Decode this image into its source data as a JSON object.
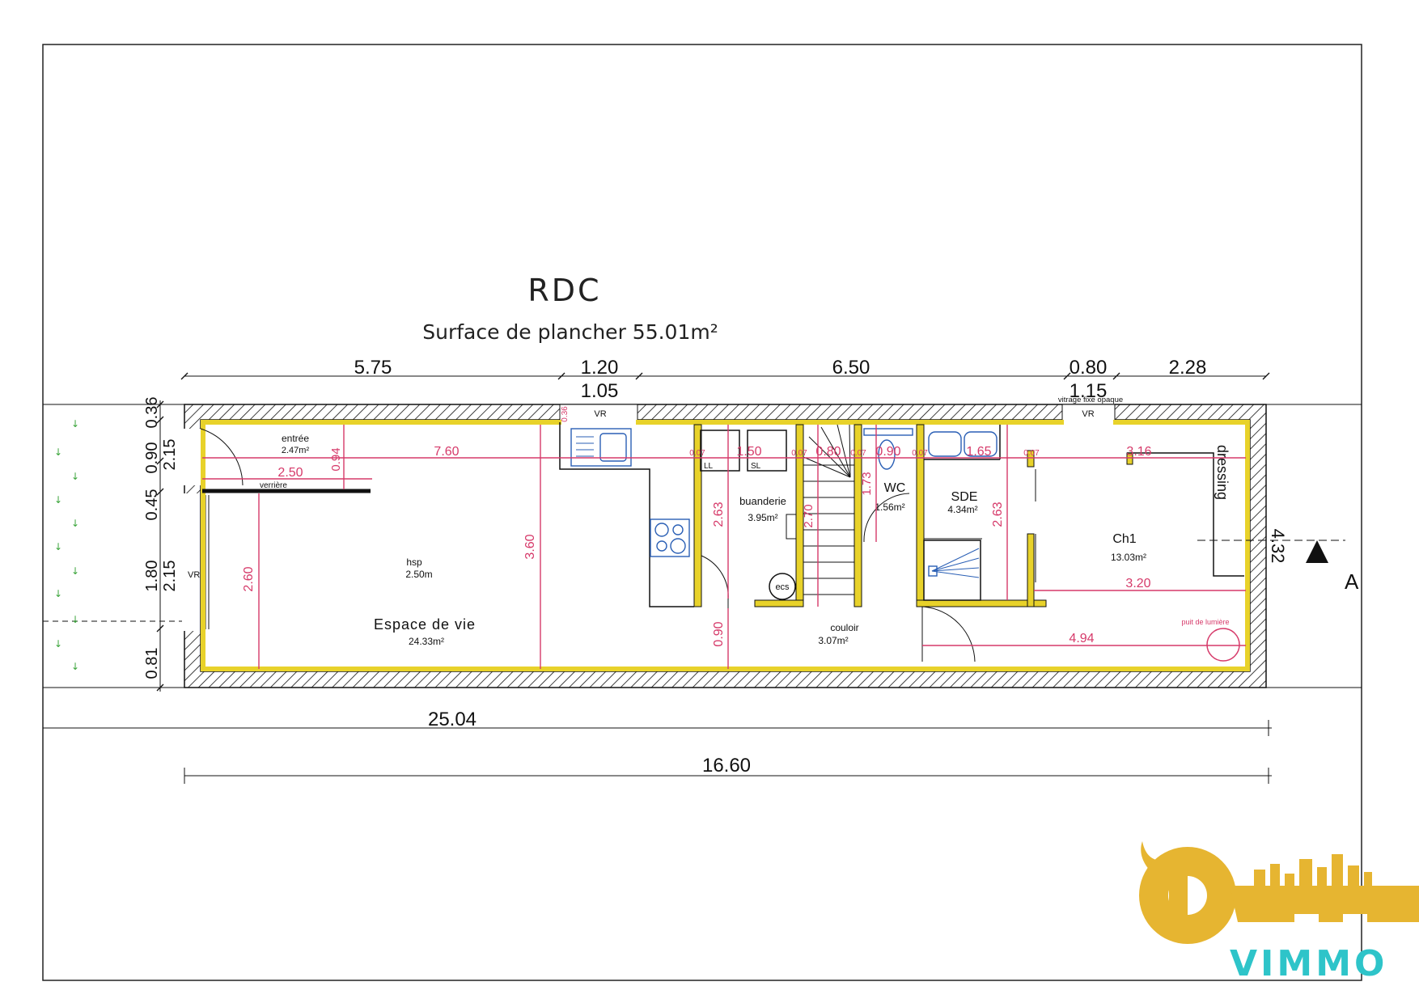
{
  "title": "RDC",
  "subtitle": "Surface de plancher 55.01m²",
  "top_dimensions": [
    "5.75",
    "1.20",
    "1.05",
    "6.50",
    "0.80",
    "1.15",
    "2.28"
  ],
  "left_dimensions": [
    "0.36",
    "0.90",
    "2.15",
    "0.45",
    "1.80",
    "2.15",
    "0.81"
  ],
  "bottom_dimensions": [
    "25.04",
    "16.60"
  ],
  "right_dimensions": [
    "4.32"
  ],
  "section_marker": "A",
  "notes": {
    "vitrage": "vitrage fixe opaque",
    "vr": "VR",
    "verriere": "verrière",
    "puits": "puit de lumière",
    "ll": "LL",
    "sl": "SL",
    "ecs": "ecs",
    "dressing": "dressing"
  },
  "rooms": {
    "entree": {
      "name": "entrée",
      "area": "2.47m²"
    },
    "espace": {
      "name": "Espace de vie",
      "area": "24.33m²"
    },
    "hsp": {
      "label": "hsp",
      "value": "2.50m"
    },
    "buanderie": {
      "name": "buanderie",
      "area": "3.95m²"
    },
    "wc": {
      "name": "WC",
      "area": "1.56m²"
    },
    "sde": {
      "name": "SDE",
      "area": "4.34m²"
    },
    "ch1": {
      "name": "Ch1",
      "area": "13.03m²"
    },
    "couloir": {
      "name": "couloir",
      "area": "3.07m²"
    }
  },
  "inner_dimensions": {
    "d760": "7.60",
    "d250": "2.50",
    "d094": "0.94",
    "d360": "3.60",
    "d260": "2.60",
    "d036": "0.36",
    "d007": "0.07",
    "d150": "1.50",
    "d080": "0.80",
    "d090b": "0.90",
    "d165": "1.65",
    "d316": "3.16",
    "d263": "2.63",
    "d270": "2.70",
    "d173": "1.73",
    "d090": "0.90",
    "d320": "3.20",
    "d494": "4.94"
  },
  "logo": {
    "text": "VIMMO",
    "gold": "#e6b531",
    "teal": "#2ec4c9"
  },
  "colors": {
    "insulation": "#e8d22a",
    "dims": "#d63a6a",
    "fixtures": "#2a5fb5"
  }
}
